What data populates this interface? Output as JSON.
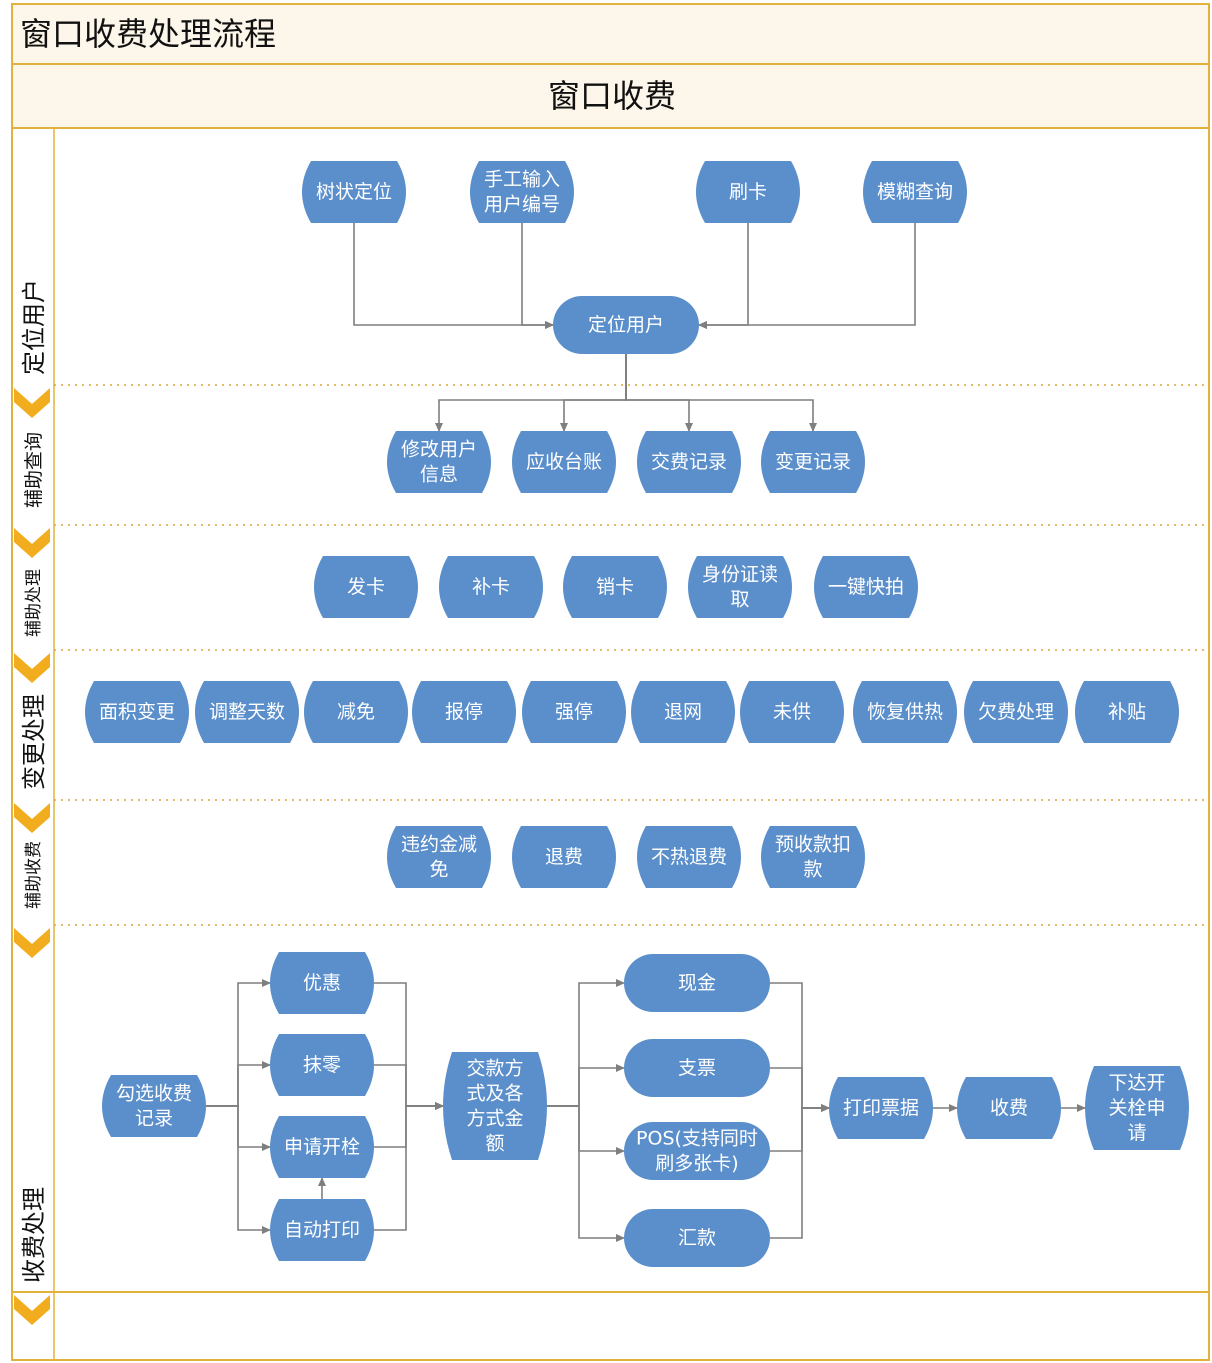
{
  "title": "窗口收费处理流程",
  "pool_title": "窗口收费",
  "colors": {
    "frame": "#e2b33c",
    "header_fill": "#fdf6ea",
    "node_fill": "#5b8fcb",
    "node_text": "#ffffff",
    "connector": "#7f7f7f",
    "chevron": "#f2ad1e",
    "lane_divider": "#d8a63a"
  },
  "lanes": [
    {
      "id": "locate",
      "label": "定位用户"
    },
    {
      "id": "query",
      "label": "辅助查询"
    },
    {
      "id": "assist",
      "label": "辅助处理"
    },
    {
      "id": "change",
      "label": "变更处理"
    },
    {
      "id": "aux_charge",
      "label": "辅助收费"
    },
    {
      "id": "charge",
      "label": "收费处理"
    }
  ],
  "nodes": [
    {
      "id": "tree",
      "lines": [
        "树状定位"
      ]
    },
    {
      "id": "manual",
      "lines": [
        "手工输入",
        "用户编号"
      ]
    },
    {
      "id": "swipe",
      "lines": [
        "刷卡"
      ]
    },
    {
      "id": "fuzzy",
      "lines": [
        "模糊查询"
      ]
    },
    {
      "id": "locate_user",
      "lines": [
        "定位用户"
      ]
    },
    {
      "id": "modify_info",
      "lines": [
        "修改用户",
        "信息"
      ]
    },
    {
      "id": "ledger",
      "lines": [
        "应收台账"
      ]
    },
    {
      "id": "pay_record",
      "lines": [
        "交费记录"
      ]
    },
    {
      "id": "change_record",
      "lines": [
        "变更记录"
      ]
    },
    {
      "id": "issue_card",
      "lines": [
        "发卡"
      ]
    },
    {
      "id": "reissue_card",
      "lines": [
        "补卡"
      ]
    },
    {
      "id": "cancel_card",
      "lines": [
        "销卡"
      ]
    },
    {
      "id": "id_read",
      "lines": [
        "身份证读",
        "取"
      ]
    },
    {
      "id": "snap",
      "lines": [
        "一键快拍"
      ]
    },
    {
      "id": "area_change",
      "lines": [
        "面积变更"
      ]
    },
    {
      "id": "adjust_days",
      "lines": [
        "调整天数"
      ]
    },
    {
      "id": "relief",
      "lines": [
        "减免"
      ]
    },
    {
      "id": "report_stop",
      "lines": [
        "报停"
      ]
    },
    {
      "id": "force_stop",
      "lines": [
        "强停"
      ]
    },
    {
      "id": "leave_net",
      "lines": [
        "退网"
      ]
    },
    {
      "id": "not_supplied",
      "lines": [
        "未供"
      ]
    },
    {
      "id": "resume",
      "lines": [
        "恢复供热"
      ]
    },
    {
      "id": "arrears",
      "lines": [
        "欠费处理"
      ]
    },
    {
      "id": "subsidy",
      "lines": [
        "补贴"
      ]
    },
    {
      "id": "penalty_relief",
      "lines": [
        "违约金减",
        "免"
      ]
    },
    {
      "id": "refund",
      "lines": [
        "退费"
      ]
    },
    {
      "id": "noheat_refund",
      "lines": [
        "不热退费"
      ]
    },
    {
      "id": "prepay_deduct",
      "lines": [
        "预收款扣",
        "款"
      ]
    },
    {
      "id": "select_records",
      "lines": [
        "勾选收费",
        "记录"
      ]
    },
    {
      "id": "discount",
      "lines": [
        "优惠"
      ]
    },
    {
      "id": "round_off",
      "lines": [
        "抹零"
      ]
    },
    {
      "id": "apply_valve",
      "lines": [
        "申请开栓"
      ]
    },
    {
      "id": "auto_print",
      "lines": [
        "自动打印"
      ]
    },
    {
      "id": "pay_method",
      "lines": [
        "交款方",
        "式及各",
        "方式金",
        "额"
      ]
    },
    {
      "id": "cash",
      "lines": [
        "现金"
      ]
    },
    {
      "id": "cheque",
      "lines": [
        "支票"
      ]
    },
    {
      "id": "pos",
      "lines": [
        "POS(支持同时",
        "刷多张卡)"
      ]
    },
    {
      "id": "remit",
      "lines": [
        "汇款"
      ]
    },
    {
      "id": "print_receipt",
      "lines": [
        "打印票据"
      ]
    },
    {
      "id": "collect",
      "lines": [
        "收费"
      ]
    },
    {
      "id": "issue_valve",
      "lines": [
        "下达开",
        "关栓申",
        "请"
      ]
    }
  ],
  "edges": [
    [
      "tree",
      "locate_user"
    ],
    [
      "manual",
      "locate_user"
    ],
    [
      "swipe",
      "locate_user"
    ],
    [
      "fuzzy",
      "locate_user"
    ],
    [
      "locate_user",
      "modify_info"
    ],
    [
      "locate_user",
      "ledger"
    ],
    [
      "locate_user",
      "pay_record"
    ],
    [
      "locate_user",
      "change_record"
    ],
    [
      "select_records",
      "discount"
    ],
    [
      "select_records",
      "round_off"
    ],
    [
      "select_records",
      "apply_valve"
    ],
    [
      "select_records",
      "auto_print"
    ],
    [
      "auto_print",
      "apply_valve"
    ],
    [
      "discount",
      "pay_method"
    ],
    [
      "round_off",
      "pay_method"
    ],
    [
      "apply_valve",
      "pay_method"
    ],
    [
      "auto_print",
      "pay_method"
    ],
    [
      "pay_method",
      "cash"
    ],
    [
      "pay_method",
      "cheque"
    ],
    [
      "pay_method",
      "pos"
    ],
    [
      "pay_method",
      "remit"
    ],
    [
      "cash",
      "print_receipt"
    ],
    [
      "cheque",
      "print_receipt"
    ],
    [
      "pos",
      "print_receipt"
    ],
    [
      "remit",
      "print_receipt"
    ],
    [
      "print_receipt",
      "collect"
    ],
    [
      "collect",
      "issue_valve"
    ]
  ]
}
